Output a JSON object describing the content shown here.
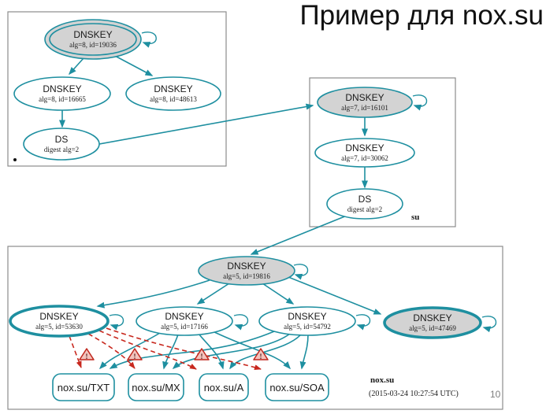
{
  "slide": {
    "title": "Пример для nox.su",
    "page_number": "10"
  },
  "colors": {
    "edge_teal": "#1e8fa0",
    "error_red": "#c8281e",
    "key_fill_gray": "#d3d3d3",
    "zone_box_border": "#8c8c8c"
  },
  "zones": {
    "root": {
      "label": ".",
      "ksk": {
        "name": "DNSKEY",
        "detail": "alg=8, id=19036"
      },
      "zsk1": {
        "name": "DNSKEY",
        "detail": "alg=8, id=16665"
      },
      "zsk2": {
        "name": "DNSKEY",
        "detail": "alg=8, id=48613"
      },
      "ds": {
        "name": "DS",
        "detail": "digest alg=2"
      }
    },
    "su": {
      "label": "su",
      "ksk": {
        "name": "DNSKEY",
        "detail": "alg=7, id=16101"
      },
      "zsk": {
        "name": "DNSKEY",
        "detail": "alg=7, id=30062"
      },
      "ds": {
        "name": "DS",
        "detail": "digest alg=2"
      }
    },
    "nox_su": {
      "label": "nox.su",
      "timestamp": "(2015-03-24 10:27:54 UTC)",
      "ksk": {
        "name": "DNSKEY",
        "detail": "alg=5, id=19816"
      },
      "key_53630": {
        "name": "DNSKEY",
        "detail": "alg=5, id=53630"
      },
      "key_17166": {
        "name": "DNSKEY",
        "detail": "alg=5, id=17166"
      },
      "key_54792": {
        "name": "DNSKEY",
        "detail": "alg=5, id=54792"
      },
      "key_47469": {
        "name": "DNSKEY",
        "detail": "alg=5, id=47469"
      },
      "records": {
        "txt": "nox.su/TXT",
        "mx": "nox.su/MX",
        "a": "nox.su/A",
        "soa": "nox.su/SOA"
      },
      "warning_icon": "!"
    }
  }
}
